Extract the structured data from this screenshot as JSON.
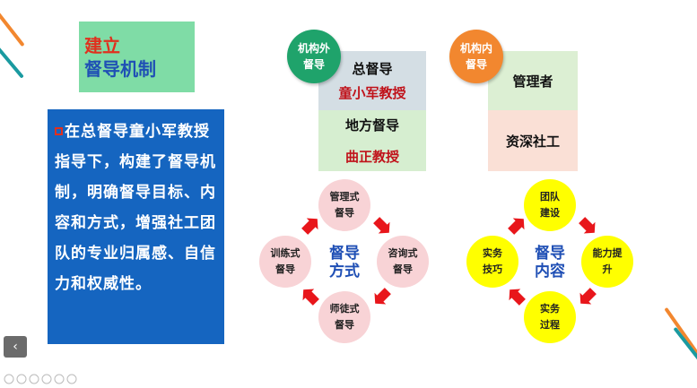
{
  "title": {
    "line1": "建立",
    "line2": "督导机制"
  },
  "main_text": "在总督导童小军教授指导下，构建了督导机制，明确督导目标、内容和方式，增强社工团队的专业归属感、自信力和权威性。",
  "external": {
    "badge_line1": "机构外",
    "badge_line2": "督导",
    "chief_label": "总督导",
    "chief_name": "童小军教授",
    "local_label": "地方督导",
    "local_name": "曲正教授"
  },
  "internal": {
    "badge_line1": "机构内",
    "badge_line2": "督导",
    "manager": "管理者",
    "senior": "资深社工"
  },
  "methods": {
    "center_line1": "督导",
    "center_line2": "方式",
    "top": [
      "管理式",
      "督导"
    ],
    "right": [
      "咨询式",
      "督导"
    ],
    "bottom": [
      "师徒式",
      "督导"
    ],
    "left": [
      "训练式",
      "督导"
    ]
  },
  "content": {
    "center_line1": "督导",
    "center_line2": "内容",
    "top": [
      "团队",
      "建设"
    ],
    "right": [
      "能力提",
      "升"
    ],
    "bottom": [
      "实务",
      "过程"
    ],
    "left": [
      "实务",
      "技巧"
    ]
  },
  "nav": {
    "prev_icon": "‹"
  },
  "colors": {
    "blue_box": "#1565C0",
    "title_box": "#7FDCA6",
    "badge_external": "#1FA36B",
    "badge_internal": "#F2872F",
    "pink_circle": "#F8D3D6",
    "yellow_circle": "#FFFF00",
    "arrow_red": "#E8161B"
  }
}
